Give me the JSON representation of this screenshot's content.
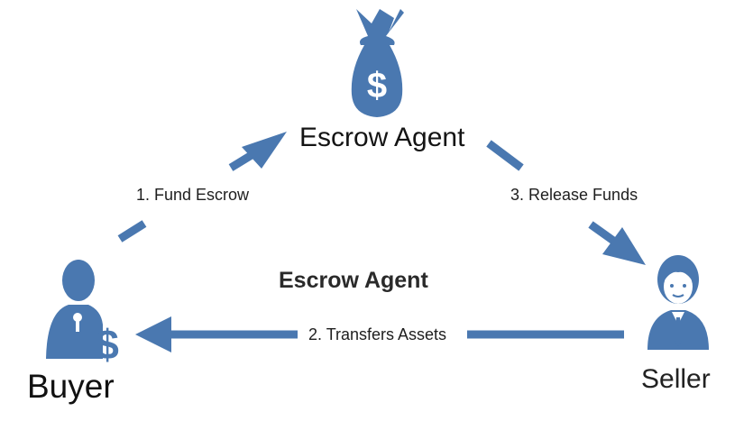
{
  "colors": {
    "primary": "#4a78b0",
    "text": "#1c1c1c",
    "background": "#ffffff"
  },
  "nodes": {
    "agent": {
      "label": "Escrow Agent",
      "icon": "money-bag-icon"
    },
    "buyer": {
      "label": "Buyer",
      "icon": "buyer-person-icon"
    },
    "seller": {
      "label": "Seller",
      "icon": "seller-person-icon"
    }
  },
  "center_title": "Escrow Agent",
  "edges": {
    "fund": {
      "label": "1. Fund Escrow",
      "from": "buyer",
      "to": "agent"
    },
    "transfer": {
      "label": "2. Transfers Assets",
      "from": "seller",
      "to": "buyer"
    },
    "release": {
      "label": "3.  Release Funds",
      "from": "agent",
      "to": "seller"
    }
  }
}
